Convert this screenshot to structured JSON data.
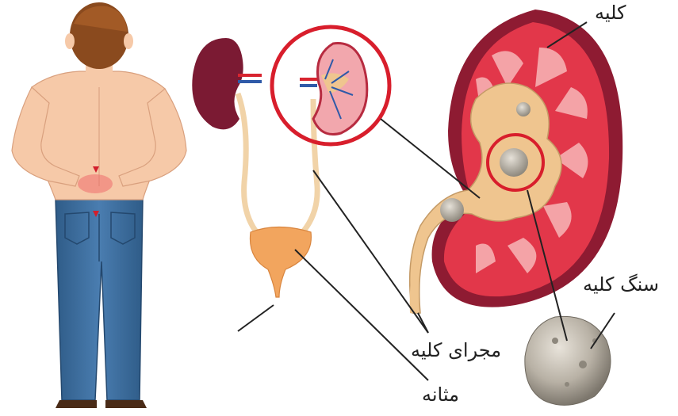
{
  "labels": {
    "kidney": "کلیه",
    "kidney_stone": "سنگ کلیه",
    "ureter": "مجرای کلیه",
    "bladder": "مثانه"
  },
  "colors": {
    "kidney_outer": "#8e1b32",
    "kidney_red": "#e2374a",
    "kidney_pink": "#f4a3a7",
    "pelvis_tan": "#efc58f",
    "highlight_circle": "#d81e2c",
    "skin": "#f6c9a8",
    "jeans": "#3b6b9a",
    "hair": "#8a4a1e",
    "stone": "#b7b0a4"
  },
  "icons": [
    "man-back-pain-figure",
    "urinary-system-icon",
    "kidney-cross-section",
    "kidney-stone-icon"
  ]
}
